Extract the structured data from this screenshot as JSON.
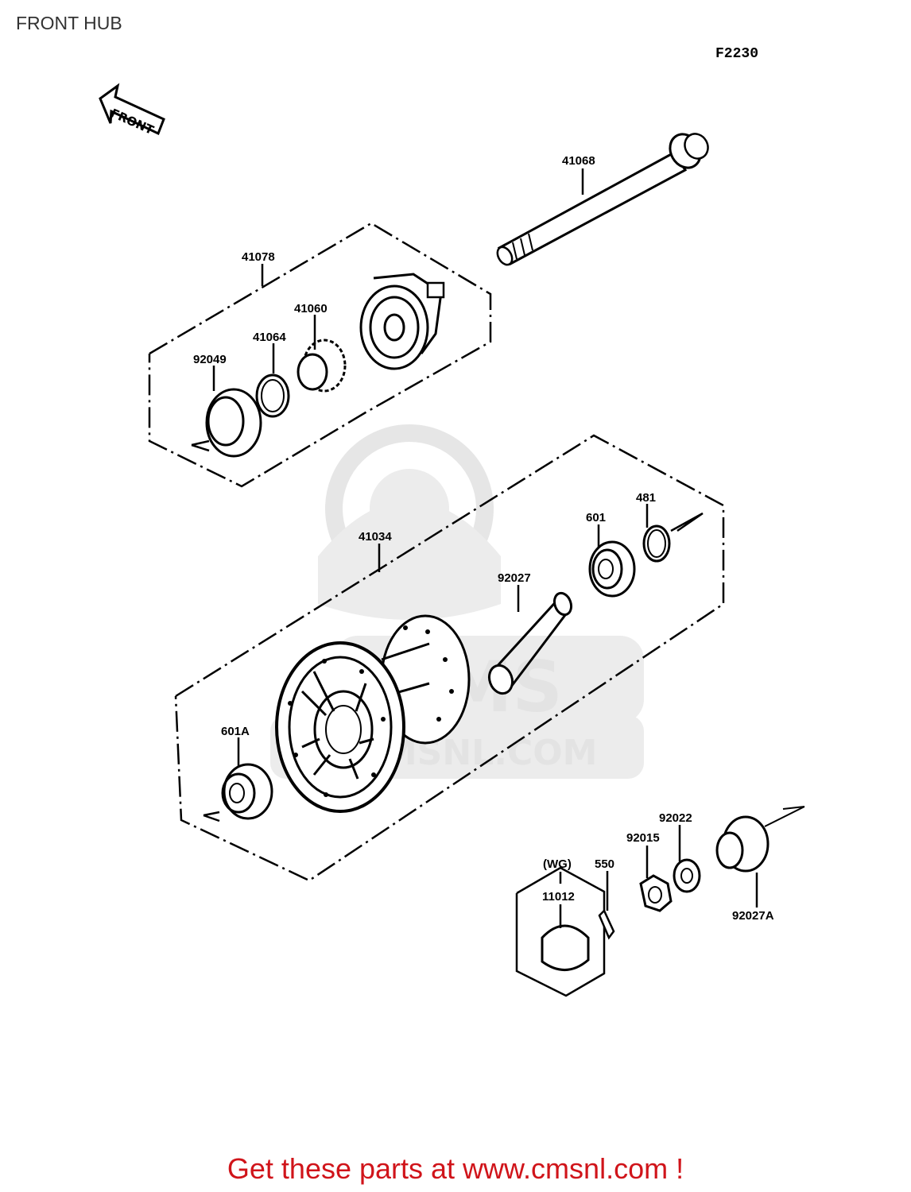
{
  "header": {
    "title": "FRONT HUB",
    "ref_code": "F2230"
  },
  "direction_arrow": {
    "label": "FRONT"
  },
  "parts": [
    {
      "number": "41068"
    },
    {
      "number": "41078"
    },
    {
      "number": "41060"
    },
    {
      "number": "41064"
    },
    {
      "number": "92049"
    },
    {
      "number": "41034"
    },
    {
      "number": "601"
    },
    {
      "number": "481"
    },
    {
      "number": "92027"
    },
    {
      "number": "601A"
    },
    {
      "number": "92022"
    },
    {
      "number": "92015"
    },
    {
      "number": "(WG)"
    },
    {
      "number": "550"
    },
    {
      "number": "11012"
    },
    {
      "number": "92027A"
    }
  ],
  "watermark": {
    "brand": "CMS",
    "site": "CMSNL.COM"
  },
  "footer": {
    "text": "Get these parts at www.cmsnl.com !"
  },
  "colors": {
    "footer_text": "#d0141a",
    "watermark": "#e3e3e3",
    "line": "#000000"
  }
}
